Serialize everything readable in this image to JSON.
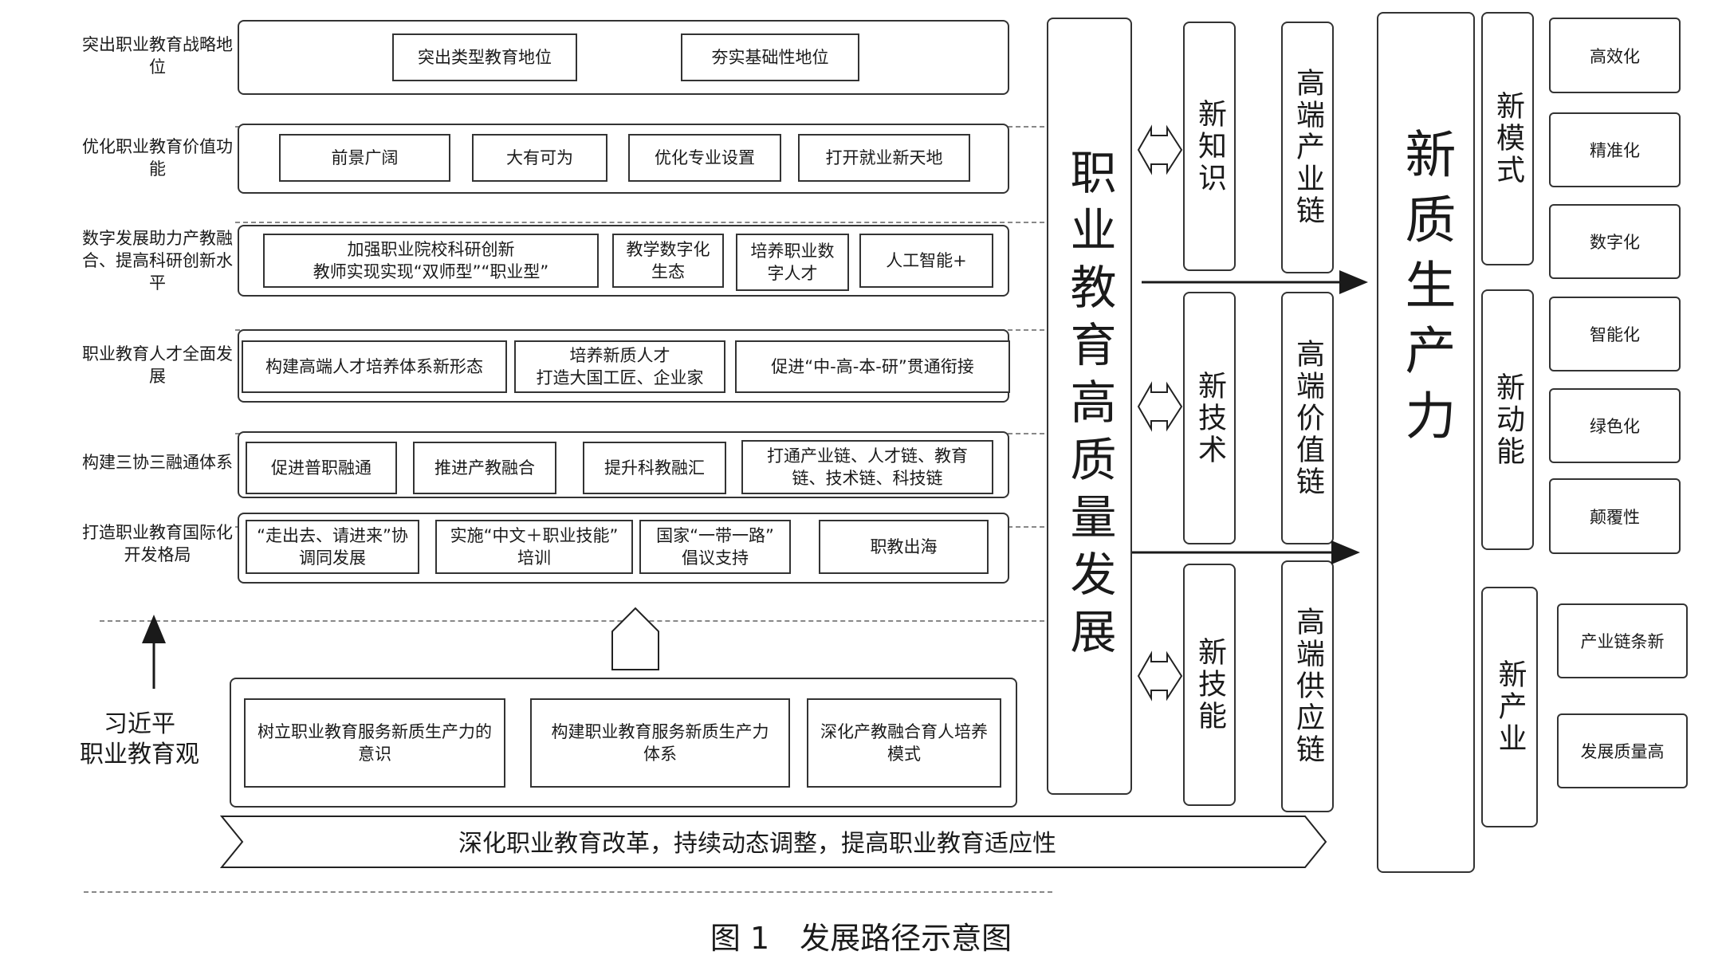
{
  "rows": [
    {
      "label": "突出职业教育战略地位",
      "items": [
        "突出类型教育地位",
        "夯实基础性地位"
      ]
    },
    {
      "label": "优化职业教育价值功能",
      "items": [
        "前景广阔",
        "大有可为",
        "优化专业设置",
        "打开就业新天地"
      ]
    },
    {
      "label": "数字发展助力产教融合、提高科研创新水平",
      "items": [
        "加强职业院校科研创新\n教师实现实现“双师型”“职业型”",
        "教学数字化\n生态",
        "培养职业数\n字人才",
        "人工智能+"
      ]
    },
    {
      "label": "职业教育人才全面发展",
      "items": [
        "构建高端人才培养体系新形态",
        "培养新质人才\n打造大国工匠、企业家",
        "促进“中-高-本-研”贯通衔接"
      ]
    },
    {
      "label": "构建三协三融通体系",
      "items": [
        "促进普职融通",
        "推进产教融合",
        "提升科教融汇",
        "打通产业链、人才链、教育\n链、技术链、科技链"
      ]
    },
    {
      "label": "打造职业教育国际化开发格局",
      "items": [
        "“走出去、请进来”协\n调同发展",
        "实施“中文＋职业技能”\n培训",
        "国家“一带一路”\n倡议支持",
        "职教出海"
      ]
    }
  ],
  "foundation": {
    "label": "习近平\n职业教育观",
    "items": [
      "树立职业教育服务新质生产力的\n意识",
      "构建职业教育服务新质生产力\n体系",
      "深化产教融合育人培养\n模式"
    ]
  },
  "banner": "深化职业教育改革，持续动态调整，提高职业教育适应性",
  "center_title": "职业教育高质量发展",
  "new_items": [
    "新知识",
    "新技术",
    "新技能"
  ],
  "chains": [
    "高端产业链",
    "高端价值链",
    "高端供应链"
  ],
  "productivity": "新质生产力",
  "right_groups": [
    {
      "label": "新模式",
      "items": [
        "高效化",
        "精准化",
        "数字化"
      ]
    },
    {
      "label": "新动能",
      "items": [
        "智能化",
        "绿色化",
        "颠覆性"
      ]
    },
    {
      "label": "新产业",
      "items": [
        "产业链条新",
        "发展质量高"
      ]
    }
  ],
  "caption": "图 1　发展路径示意图"
}
